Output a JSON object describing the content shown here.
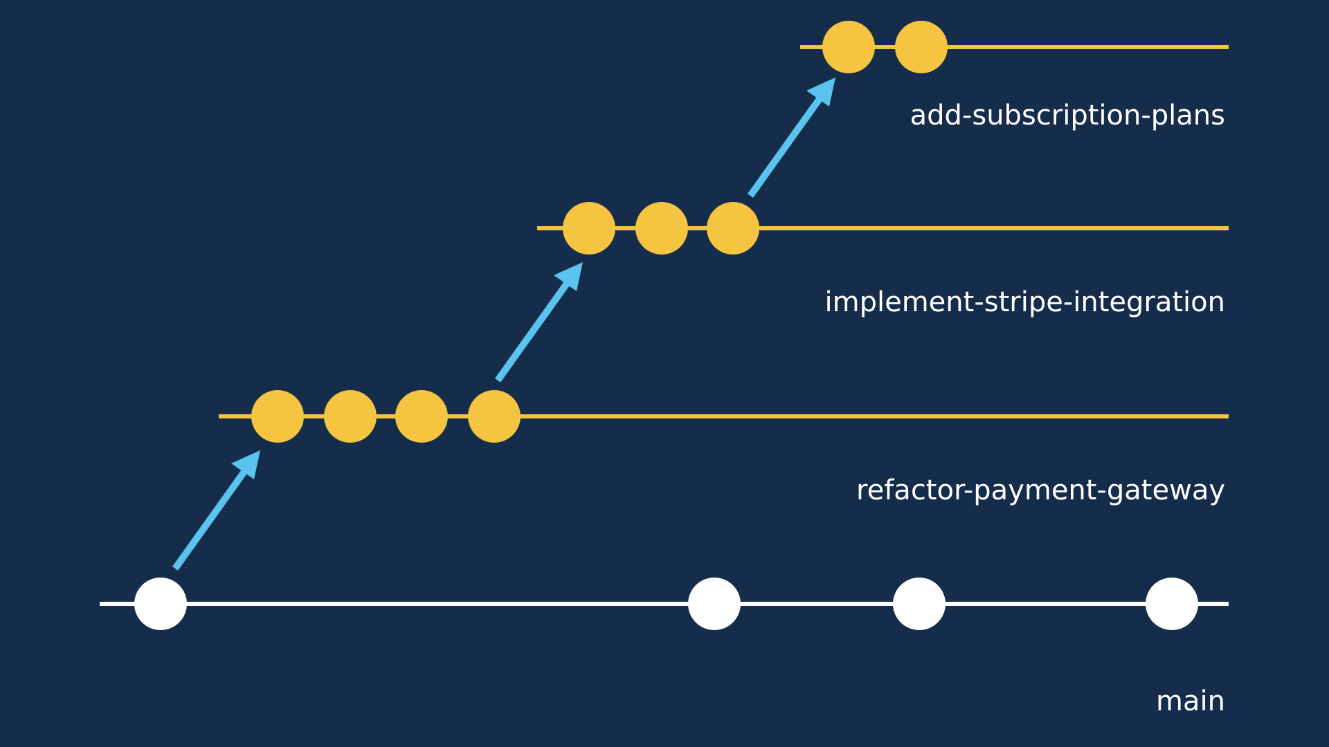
{
  "colors": {
    "background": "#152d4b",
    "main_branch": "#ffffff",
    "feature_branch": "#f5c542",
    "arrow": "#5bc4ee",
    "label_text": "#ffffff"
  },
  "branches": [
    {
      "id": "main",
      "label": "main",
      "commits": 4
    },
    {
      "id": "refactor-payment-gateway",
      "label": "refactor-payment-gateway",
      "commits": 4
    },
    {
      "id": "implement-stripe-integration",
      "label": "implement-stripe-integration",
      "commits": 3
    },
    {
      "id": "add-subscription-plans",
      "label": "add-subscription-plans",
      "commits": 2
    }
  ],
  "arrows": [
    {
      "from": "main",
      "to": "refactor-payment-gateway"
    },
    {
      "from": "refactor-payment-gateway",
      "to": "implement-stripe-integration"
    },
    {
      "from": "implement-stripe-integration",
      "to": "add-subscription-plans"
    }
  ]
}
